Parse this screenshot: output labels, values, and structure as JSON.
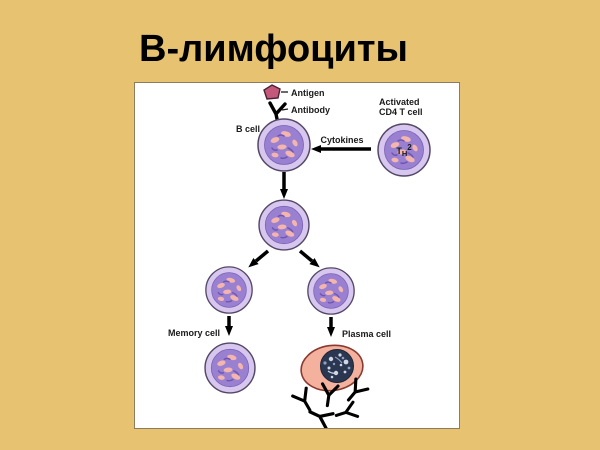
{
  "slide": {
    "title": "В-лимфоциты",
    "background_color": "#e6c271"
  },
  "diagram": {
    "labels": {
      "antigen": "Antigen",
      "antibody": "Antibody",
      "b_cell": "B cell",
      "cytokines": "Cytokines",
      "activated_cd4_line1": "Activated",
      "activated_cd4_line2": "CD4 T cell",
      "th2": {
        "t": "T",
        "h": "H",
        "sup": "2"
      },
      "memory_cell": "Memory cell",
      "plasma_cell": "Plasma cell"
    },
    "colors": {
      "cell_outer": "#d7c6ee",
      "cell_outline": "#544868",
      "cell_nucleus": "#9a80d0",
      "nucleus_patch": "#f3b5ac",
      "antigen_fill": "#c4587a",
      "plasma_body": "#f4b19d",
      "plasma_outline": "#8a3a30",
      "plasma_nucleus": "#2b3750",
      "arrow_color": "#000000",
      "panel_background": "#ffffff",
      "panel_border": "#8d7c5e"
    }
  }
}
